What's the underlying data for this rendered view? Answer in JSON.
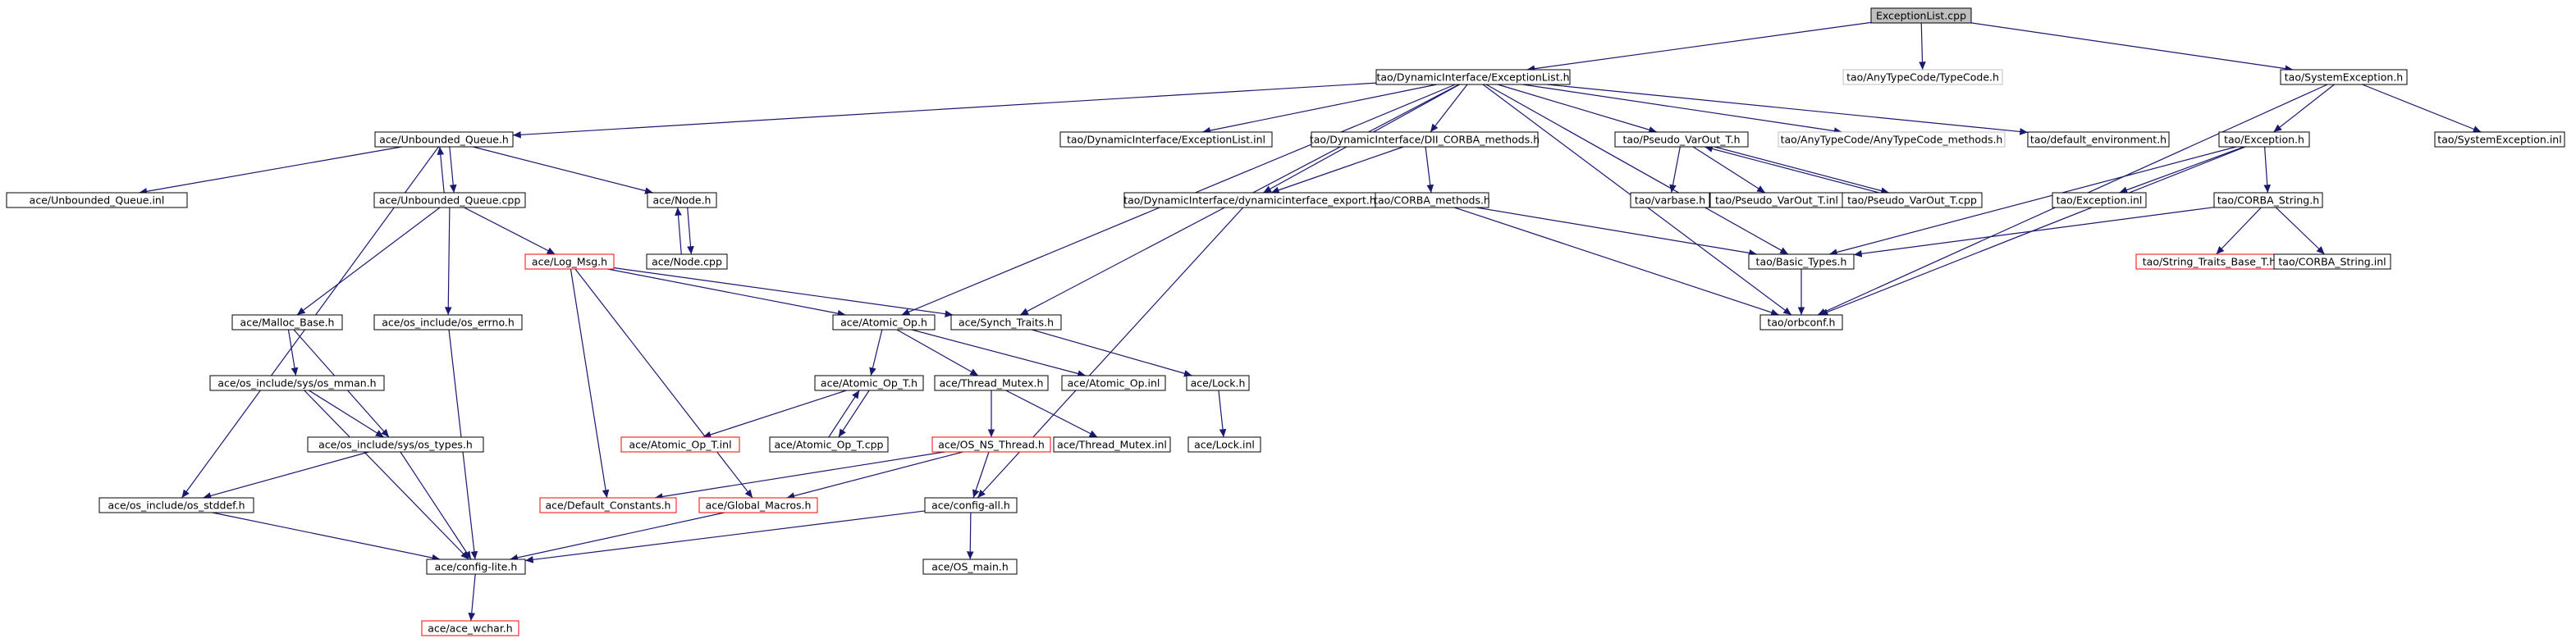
{
  "colors": {
    "edge": "#191970",
    "border_default": "#000000",
    "border_red": "#ff0000",
    "border_grey": "#bfbfbf",
    "root_fill": "#bfbfbf",
    "fill": "#ffffff"
  },
  "nodes": [
    {
      "id": "n_root",
      "label": "ExceptionList.cpp",
      "style": "root"
    },
    {
      "id": "n_el_h",
      "label": "tao/DynamicInterface/ExceptionList.h",
      "style": "default"
    },
    {
      "id": "n_typecode",
      "label": "tao/AnyTypeCode/TypeCode.h",
      "style": "grey"
    },
    {
      "id": "n_sysexc_h",
      "label": "tao/SystemException.h",
      "style": "default"
    },
    {
      "id": "n_uq_h",
      "label": "ace/Unbounded_Queue.h",
      "style": "default"
    },
    {
      "id": "n_el_inl",
      "label": "tao/DynamicInterface/ExceptionList.inl",
      "style": "default"
    },
    {
      "id": "n_dii",
      "label": "tao/DynamicInterface/DII_CORBA_methods.h",
      "style": "default"
    },
    {
      "id": "n_pvo_h",
      "label": "tao/Pseudo_VarOut_T.h",
      "style": "default"
    },
    {
      "id": "n_atc_methods",
      "label": "tao/AnyTypeCode/AnyTypeCode_methods.h",
      "style": "grey"
    },
    {
      "id": "n_default_env",
      "label": "tao/default_environment.h",
      "style": "default"
    },
    {
      "id": "n_exception_h",
      "label": "tao/Exception.h",
      "style": "default"
    },
    {
      "id": "n_sysexc_inl",
      "label": "tao/SystemException.inl",
      "style": "default"
    },
    {
      "id": "n_uq_inl",
      "label": "ace/Unbounded_Queue.inl",
      "style": "default"
    },
    {
      "id": "n_uq_cpp",
      "label": "ace/Unbounded_Queue.cpp",
      "style": "default"
    },
    {
      "id": "n_node_h",
      "label": "ace/Node.h",
      "style": "default"
    },
    {
      "id": "n_dyn_export",
      "label": "tao/DynamicInterface/dynamicinterface_export.h",
      "style": "default"
    },
    {
      "id": "n_corba_methods",
      "label": "tao/CORBA_methods.h",
      "style": "default"
    },
    {
      "id": "n_varbase",
      "label": "tao/varbase.h",
      "style": "default"
    },
    {
      "id": "n_pvo_inl",
      "label": "tao/Pseudo_VarOut_T.inl",
      "style": "default"
    },
    {
      "id": "n_pvo_cpp",
      "label": "tao/Pseudo_VarOut_T.cpp",
      "style": "default"
    },
    {
      "id": "n_exception_inl",
      "label": "tao/Exception.inl",
      "style": "default"
    },
    {
      "id": "n_corba_string",
      "label": "tao/CORBA_String.h",
      "style": "default"
    },
    {
      "id": "n_log_msg",
      "label": "ace/Log_Msg.h",
      "style": "red"
    },
    {
      "id": "n_node_cpp",
      "label": "ace/Node.cpp",
      "style": "default"
    },
    {
      "id": "n_basic_types",
      "label": "tao/Basic_Types.h",
      "style": "default"
    },
    {
      "id": "n_string_traits",
      "label": "tao/String_Traits_Base_T.h",
      "style": "red"
    },
    {
      "id": "n_corba_string_inl",
      "label": "tao/CORBA_String.inl",
      "style": "default"
    },
    {
      "id": "n_malloc_base",
      "label": "ace/Malloc_Base.h",
      "style": "default"
    },
    {
      "id": "n_os_errno",
      "label": "ace/os_include/os_errno.h",
      "style": "default"
    },
    {
      "id": "n_atomic_op_h",
      "label": "ace/Atomic_Op.h",
      "style": "default"
    },
    {
      "id": "n_synch_traits",
      "label": "ace/Synch_Traits.h",
      "style": "default"
    },
    {
      "id": "n_orbconf",
      "label": "tao/orbconf.h",
      "style": "default"
    },
    {
      "id": "n_os_mman",
      "label": "ace/os_include/sys/os_mman.h",
      "style": "default"
    },
    {
      "id": "n_atomic_op_t_h",
      "label": "ace/Atomic_Op_T.h",
      "style": "default"
    },
    {
      "id": "n_thread_mutex_h",
      "label": "ace/Thread_Mutex.h",
      "style": "default"
    },
    {
      "id": "n_atomic_op_inl",
      "label": "ace/Atomic_Op.inl",
      "style": "default"
    },
    {
      "id": "n_lock_h",
      "label": "ace/Lock.h",
      "style": "default"
    },
    {
      "id": "n_os_types",
      "label": "ace/os_include/sys/os_types.h",
      "style": "default"
    },
    {
      "id": "n_atomic_op_t_inl",
      "label": "ace/Atomic_Op_T.inl",
      "style": "red"
    },
    {
      "id": "n_atomic_op_t_cpp",
      "label": "ace/Atomic_Op_T.cpp",
      "style": "default"
    },
    {
      "id": "n_os_ns_thread",
      "label": "ace/OS_NS_Thread.h",
      "style": "red"
    },
    {
      "id": "n_thread_mutex_inl",
      "label": "ace/Thread_Mutex.inl",
      "style": "default"
    },
    {
      "id": "n_lock_inl",
      "label": "ace/Lock.inl",
      "style": "default"
    },
    {
      "id": "n_os_stddef",
      "label": "ace/os_include/os_stddef.h",
      "style": "default"
    },
    {
      "id": "n_default_constants",
      "label": "ace/Default_Constants.h",
      "style": "red"
    },
    {
      "id": "n_global_macros",
      "label": "ace/Global_Macros.h",
      "style": "red"
    },
    {
      "id": "n_config_all",
      "label": "ace/config-all.h",
      "style": "default"
    },
    {
      "id": "n_config_lite",
      "label": "ace/config-lite.h",
      "style": "default"
    },
    {
      "id": "n_os_main",
      "label": "ace/OS_main.h",
      "style": "default"
    },
    {
      "id": "n_ace_wchar",
      "label": "ace/ace_wchar.h",
      "style": "red"
    }
  ],
  "edges": [
    [
      "n_root",
      "n_el_h"
    ],
    [
      "n_root",
      "n_typecode"
    ],
    [
      "n_root",
      "n_sysexc_h"
    ],
    [
      "n_el_h",
      "n_uq_h"
    ],
    [
      "n_el_h",
      "n_el_inl"
    ],
    [
      "n_el_h",
      "n_dii"
    ],
    [
      "n_el_h",
      "n_pvo_h"
    ],
    [
      "n_el_h",
      "n_atc_methods"
    ],
    [
      "n_el_h",
      "n_default_env"
    ],
    [
      "n_el_h",
      "n_dyn_export"
    ],
    [
      "n_el_h",
      "n_atomic_op_h"
    ],
    [
      "n_el_h",
      "n_synch_traits"
    ],
    [
      "n_el_h",
      "n_orbconf"
    ],
    [
      "n_el_h",
      "n_basic_types"
    ],
    [
      "n_sysexc_h",
      "n_exception_h"
    ],
    [
      "n_sysexc_h",
      "n_sysexc_inl"
    ],
    [
      "n_sysexc_h",
      "n_orbconf"
    ],
    [
      "n_uq_h",
      "n_uq_inl"
    ],
    [
      "n_uq_h",
      "n_uq_cpp"
    ],
    [
      "n_uq_h",
      "n_node_h"
    ],
    [
      "n_uq_h",
      "n_os_stddef"
    ],
    [
      "n_uq_cpp",
      "n_uq_h"
    ],
    [
      "n_uq_cpp",
      "n_malloc_base"
    ],
    [
      "n_uq_cpp",
      "n_os_errno"
    ],
    [
      "n_uq_cpp",
      "n_log_msg"
    ],
    [
      "n_node_h",
      "n_node_cpp"
    ],
    [
      "n_node_cpp",
      "n_node_h"
    ],
    [
      "n_dii",
      "n_dyn_export"
    ],
    [
      "n_dii",
      "n_corba_methods"
    ],
    [
      "n_dyn_export",
      "n_config_all"
    ],
    [
      "n_corba_methods",
      "n_basic_types"
    ],
    [
      "n_corba_methods",
      "n_orbconf"
    ],
    [
      "n_pvo_h",
      "n_varbase"
    ],
    [
      "n_pvo_h",
      "n_pvo_inl"
    ],
    [
      "n_pvo_h",
      "n_pvo_cpp"
    ],
    [
      "n_pvo_cpp",
      "n_pvo_h"
    ],
    [
      "n_exception_h",
      "n_exception_inl"
    ],
    [
      "n_exception_h",
      "n_corba_string"
    ],
    [
      "n_exception_h",
      "n_basic_types"
    ],
    [
      "n_exception_h",
      "n_orbconf"
    ],
    [
      "n_corba_string",
      "n_basic_types"
    ],
    [
      "n_corba_string",
      "n_string_traits"
    ],
    [
      "n_corba_string",
      "n_corba_string_inl"
    ],
    [
      "n_basic_types",
      "n_orbconf"
    ],
    [
      "n_log_msg",
      "n_atomic_op_h"
    ],
    [
      "n_log_msg",
      "n_synch_traits"
    ],
    [
      "n_log_msg",
      "n_default_constants"
    ],
    [
      "n_log_msg",
      "n_global_macros"
    ],
    [
      "n_malloc_base",
      "n_os_mman"
    ],
    [
      "n_malloc_base",
      "n_os_types"
    ],
    [
      "n_os_mman",
      "n_os_types"
    ],
    [
      "n_os_mman",
      "n_config_lite"
    ],
    [
      "n_os_types",
      "n_os_stddef"
    ],
    [
      "n_os_types",
      "n_config_lite"
    ],
    [
      "n_os_errno",
      "n_config_lite"
    ],
    [
      "n_atomic_op_h",
      "n_atomic_op_t_h"
    ],
    [
      "n_atomic_op_h",
      "n_thread_mutex_h"
    ],
    [
      "n_atomic_op_h",
      "n_atomic_op_inl"
    ],
    [
      "n_atomic_op_t_h",
      "n_atomic_op_t_inl"
    ],
    [
      "n_atomic_op_t_h",
      "n_atomic_op_t_cpp"
    ],
    [
      "n_atomic_op_t_cpp",
      "n_atomic_op_t_h"
    ],
    [
      "n_thread_mutex_h",
      "n_os_ns_thread"
    ],
    [
      "n_thread_mutex_h",
      "n_thread_mutex_inl"
    ],
    [
      "n_synch_traits",
      "n_lock_h"
    ],
    [
      "n_lock_h",
      "n_lock_inl"
    ],
    [
      "n_os_ns_thread",
      "n_default_constants"
    ],
    [
      "n_os_ns_thread",
      "n_global_macros"
    ],
    [
      "n_os_ns_thread",
      "n_config_all"
    ],
    [
      "n_os_stddef",
      "n_config_lite"
    ],
    [
      "n_global_macros",
      "n_config_lite"
    ],
    [
      "n_config_all",
      "n_config_lite"
    ],
    [
      "n_config_all",
      "n_os_main"
    ],
    [
      "n_config_lite",
      "n_ace_wchar"
    ]
  ]
}
